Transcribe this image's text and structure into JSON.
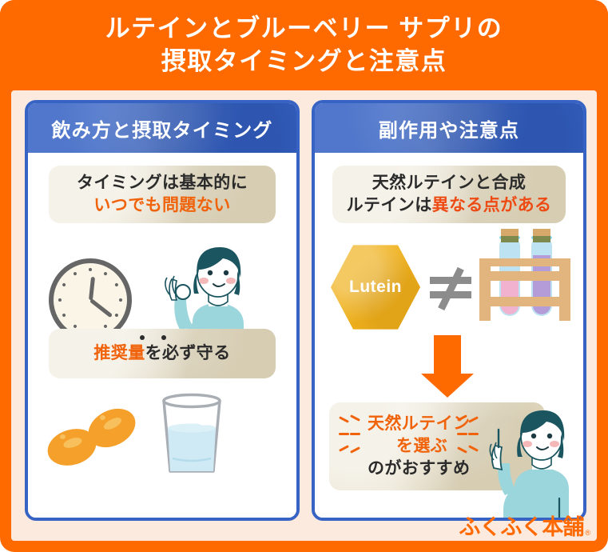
{
  "title": {
    "line1": "ルテインとブルーベリー サプリの",
    "line2": "摂取タイミングと注意点"
  },
  "colors": {
    "brand_orange": "#FF6A00",
    "panel_blue": "#3763C4",
    "cream_bg": "#FCEADF",
    "caption_beige": "#E9E2CE",
    "emphasis_orange": "#F0630B",
    "emphasis_red": "#EE4A14",
    "hexagon_gold": "#F0B21E",
    "skin_shirt_blue": "#9BD6DC",
    "hair_teal": "#1B5560"
  },
  "panels": [
    {
      "header": "飲み方と摂取タイミング",
      "caption_top": {
        "line1": "タイミングは基本的に",
        "line2": "いつでも問題ない"
      },
      "caption_bottom": {
        "emphasis": "推奨量",
        "rest": "を必ず守る"
      },
      "illustrations": [
        "clock-icon",
        "woman-ok-gesture-illustration",
        "supplement-capsules-illustration",
        "water-glass-illustration"
      ]
    },
    {
      "header": "副作用や注意点",
      "caption_top": {
        "line1": "天然ルテインと合成",
        "line2_plain": "ルテインは",
        "line2_emphasis": "異なる点がある"
      },
      "hexagon_label": "Lutein",
      "not_equal_symbol": "≠",
      "caption_bottom": {
        "line1": "天然ルテイン",
        "line2": "を選ぶ",
        "line3": "のがおすすめ"
      },
      "illustrations": [
        "lutein-hexagon-icon",
        "not-equal-icon",
        "test-tube-rack-illustration",
        "orange-down-arrow-icon",
        "woman-pointing-illustration"
      ]
    }
  ],
  "logo": {
    "text": "ふくふく本舗",
    "registered_mark": "®"
  }
}
